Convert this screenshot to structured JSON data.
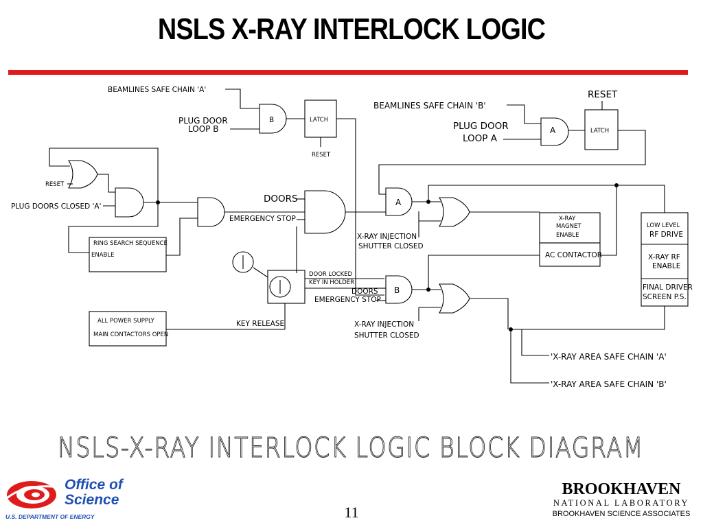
{
  "slide": {
    "title": "NSLS X-RAY INTERLOCK LOGIC",
    "page_number": "11",
    "accent_color": "#e01b1b"
  },
  "diagram": {
    "caption": "NSLS-X-RAY INTERLOCK LOGIC BLOCK DIAGRAM",
    "labels": {
      "beamlines_safe_chain_a": "BEAMLINES SAFE CHAIN 'A'",
      "plug_door_loop_b_1": "PLUG DOOR",
      "plug_door_loop_b_2": "LOOP B",
      "gate_b_top": "B",
      "latch_b": "LATCH",
      "reset_b": "RESET",
      "beamlines_safe_chain_b": "BEAMLINES SAFE CHAIN 'B'",
      "plug_door_loop_a_1": "PLUG DOOR",
      "plug_door_loop_a_2": "LOOP A",
      "gate_a_top": "A",
      "latch_a": "LATCH",
      "reset_a": "RESET",
      "reset_left": "RESET",
      "plug_doors_closed_a": "PLUG DOORS CLOSED 'A'",
      "ring_search_1": "RING SEARCH SEQUENCE",
      "ring_search_2": "ENABLE",
      "doors_1": "DOORS",
      "emergency_stop_1": "EMERGENCY STOP",
      "gate_a_mid": "A",
      "xray_injection_1a": "X-RAY INJECTION",
      "xray_injection_1b": "SHUTTER CLOSED",
      "xray_magnet_1": "X-RAY",
      "xray_magnet_2": "MAGNET",
      "xray_magnet_3": "ENABLE",
      "ac_contactor": "AC CONTACTOR",
      "low_level_rf_1": "LOW LEVEL",
      "low_level_rf_2": "RF DRIVE",
      "xray_rf_1": "X-RAY RF",
      "xray_rf_2": "ENABLE",
      "final_driver_1": "FINAL DRIVER",
      "final_driver_2": "SCREEN P.S.",
      "door_locked_1": "DOOR LOCKED",
      "door_locked_2": "KEY IN HOLDER",
      "doors_2": "DOORS",
      "emergency_stop_2": "EMERGENCY STOP",
      "gate_b_mid": "B",
      "xray_injection_2a": "X-RAY INJECTION",
      "xray_injection_2b": "SHUTTER CLOSED",
      "all_power_1": "ALL POWER SUPPLY",
      "all_power_2": "MAIN CONTACTORS OPEN",
      "key_release": "KEY RELEASE",
      "xray_area_safe_a": "'X-RAY AREA SAFE CHAIN 'A'",
      "xray_area_safe_b": "'X-RAY AREA SAFE CHAIN 'B'"
    }
  },
  "logos": {
    "doe_office": "Office of",
    "doe_science": "Science",
    "doe_dept": "U.S. DEPARTMENT OF ENERGY",
    "doe_color": "#1f4fb4",
    "bnl_name": "BROOKHAVEN",
    "bnl_lab": "NATIONAL LABORATORY",
    "bnl_assoc": "BROOKHAVEN SCIENCE ASSOCIATES"
  }
}
